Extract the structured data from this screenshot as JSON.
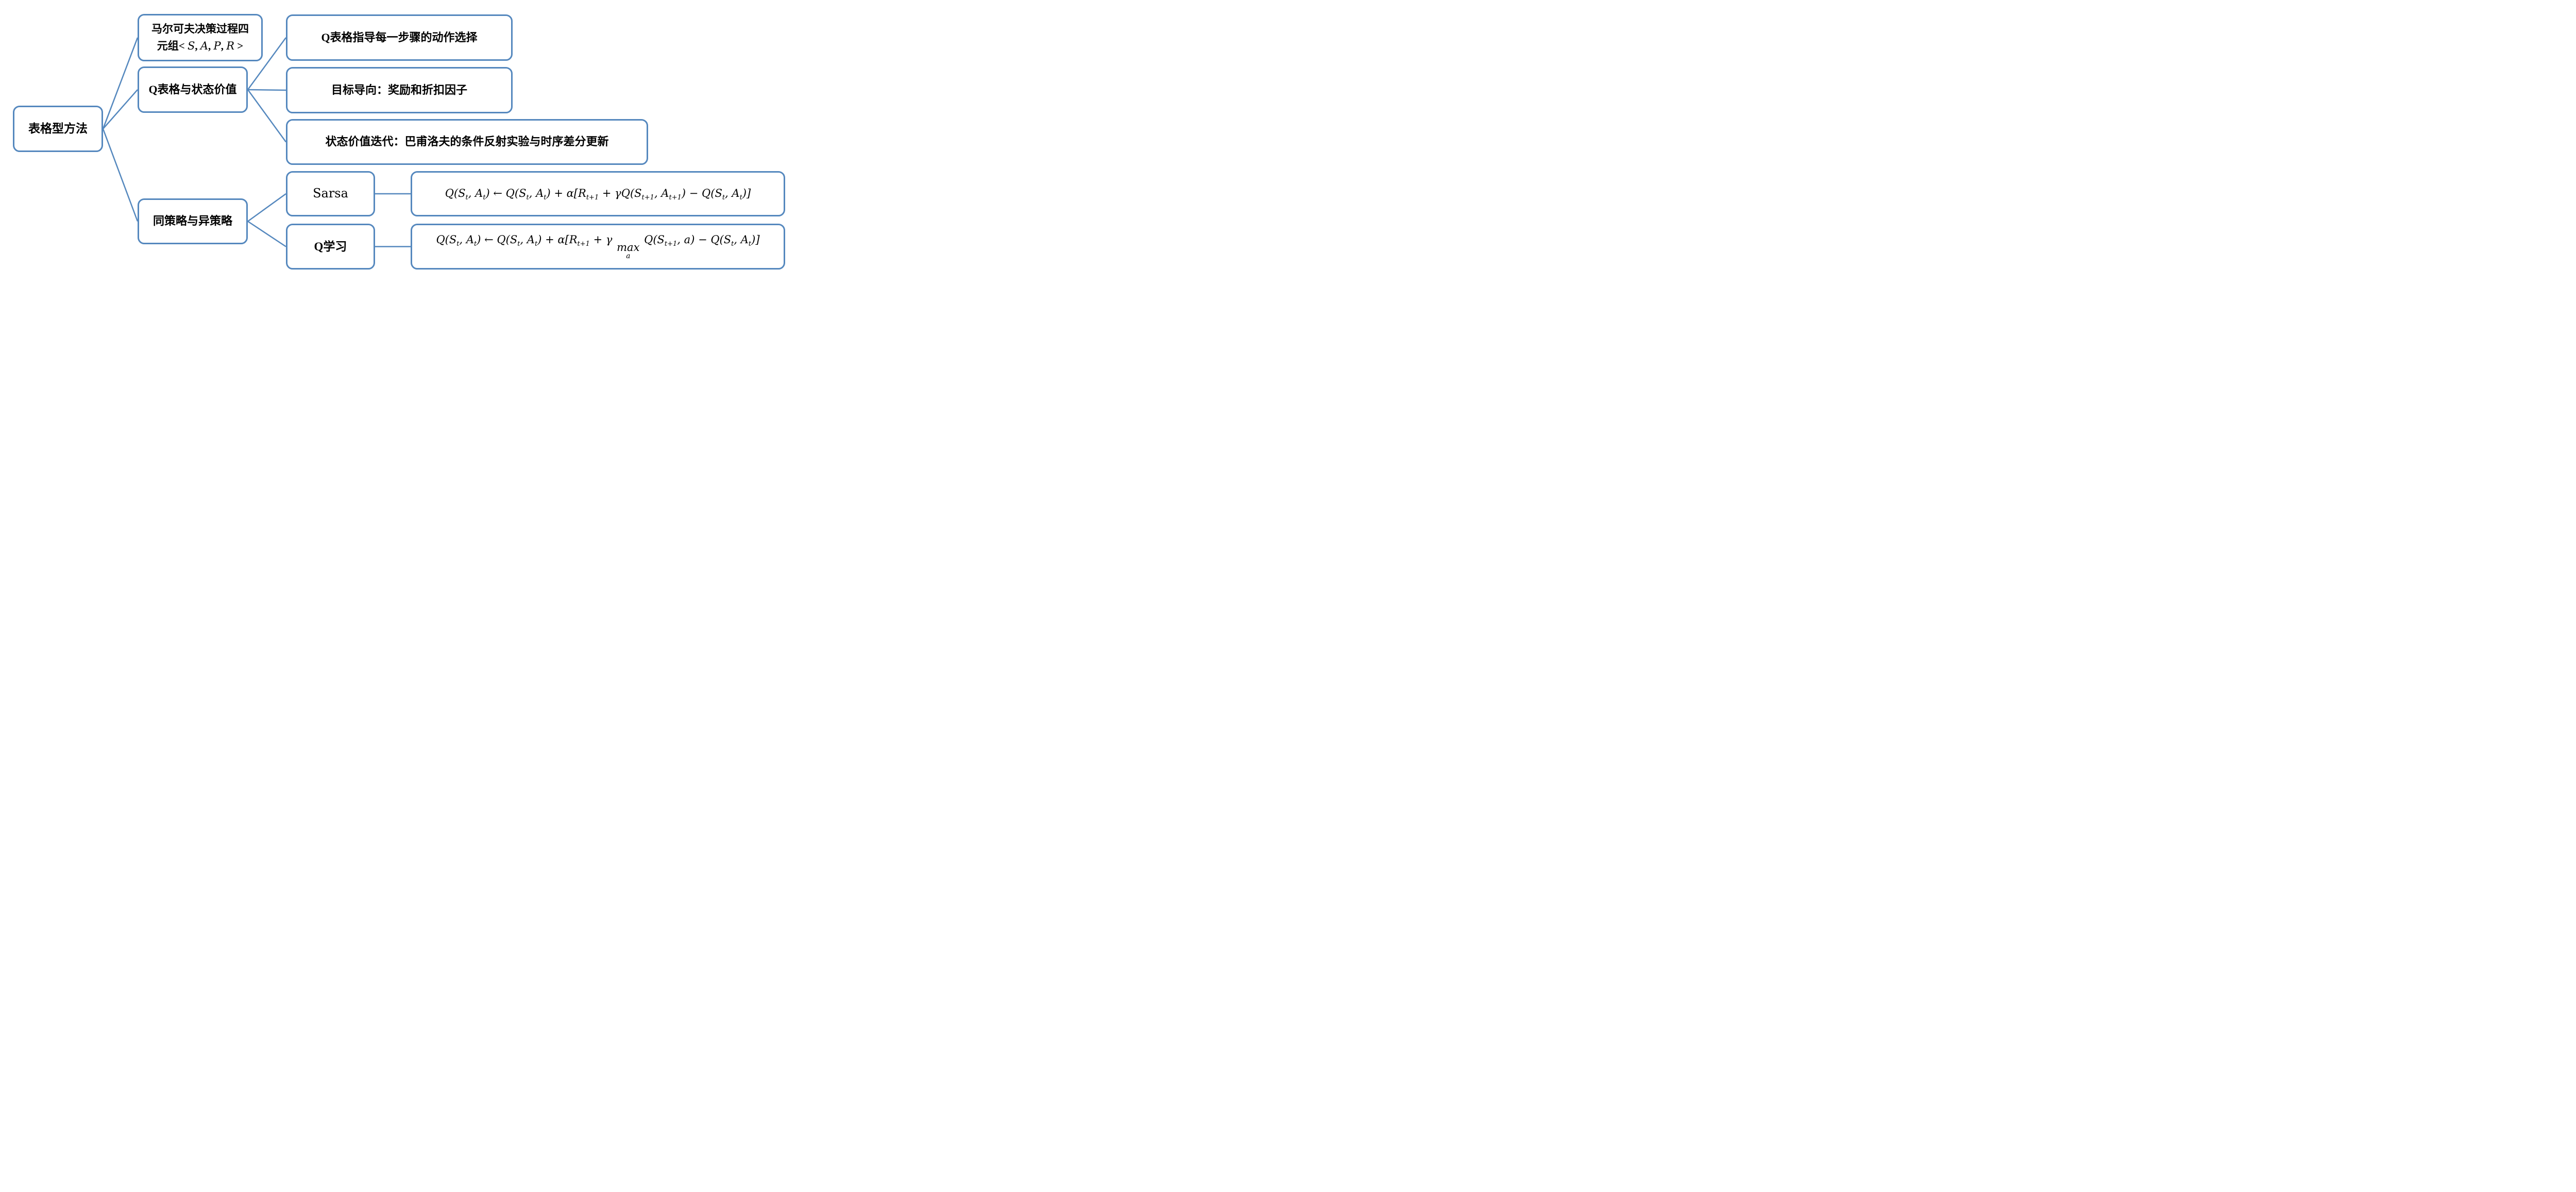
{
  "accent_color": "#5588BE",
  "nodes": {
    "root": {
      "label": "表格型方法"
    },
    "mdp": {
      "line1": "马尔可夫决策过程四",
      "line2": "元组< \\i{S}, \\i{A}, \\i{P}, \\i{R} >"
    },
    "qtable": {
      "label": "Q表格与状态价值"
    },
    "qguide": {
      "label": "Q表格指导每一步骤的动作选择"
    },
    "goal": {
      "label": "目标导向：奖励和折扣因子"
    },
    "valueiter": {
      "label": "状态价值迭代：巴甫洛夫的条件反射实验与时序差分更新"
    },
    "policy": {
      "label": "同策略与异策略"
    },
    "sarsa": {
      "label": "Sarsa"
    },
    "qlearning": {
      "label": "Q学习"
    },
    "sarsa_formula": "Q(S_{t}, A_{t}) ← Q(S_{t}, A_{t}) + α[R_{t+1} + γQ(S_{t+1}, A_{t+1}) − Q(S_{t}, A_{t})]",
    "qlearning_formula": "Q(S_{t}, A_{t}) ← Q(S_{t}, A_{t}) + α[R_{t+1} + γ \\munder{max}{a} Q(S_{t+1}, a) − Q(S_{t}, A_{t})]"
  }
}
